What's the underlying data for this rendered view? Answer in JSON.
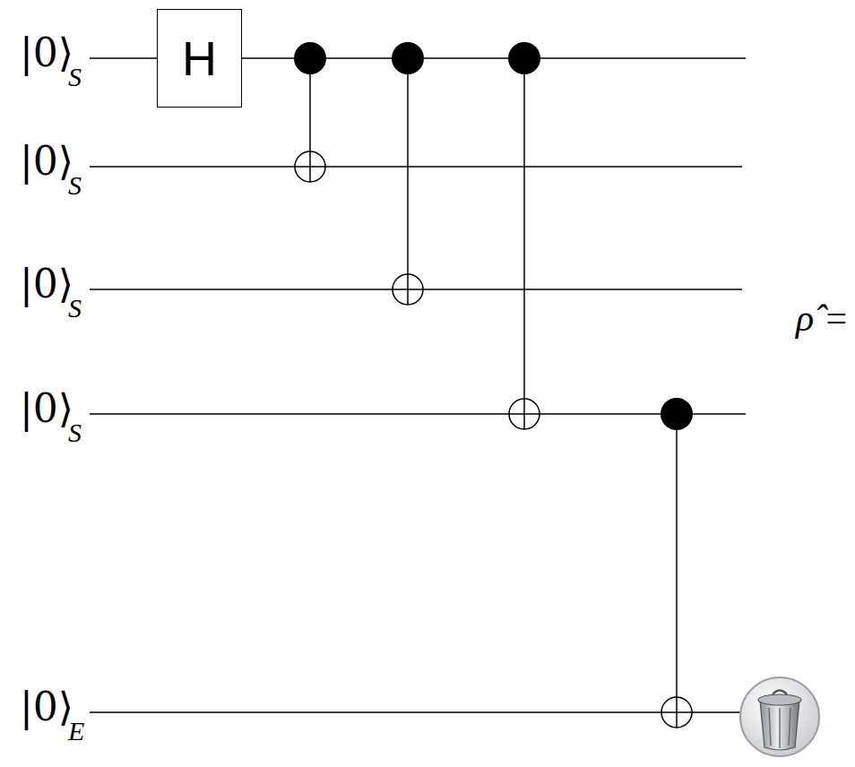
{
  "diagram": {
    "nodes": [
      {
        "text": [
          "H"
        ]
      }
    ],
    "labels": [
      "|0⟩",
      "S",
      "|0⟩",
      "S",
      "|0⟩",
      "S",
      "|0⟩",
      "S",
      "|0⟩",
      "E",
      "ρ̂ ="
    ]
  }
}
